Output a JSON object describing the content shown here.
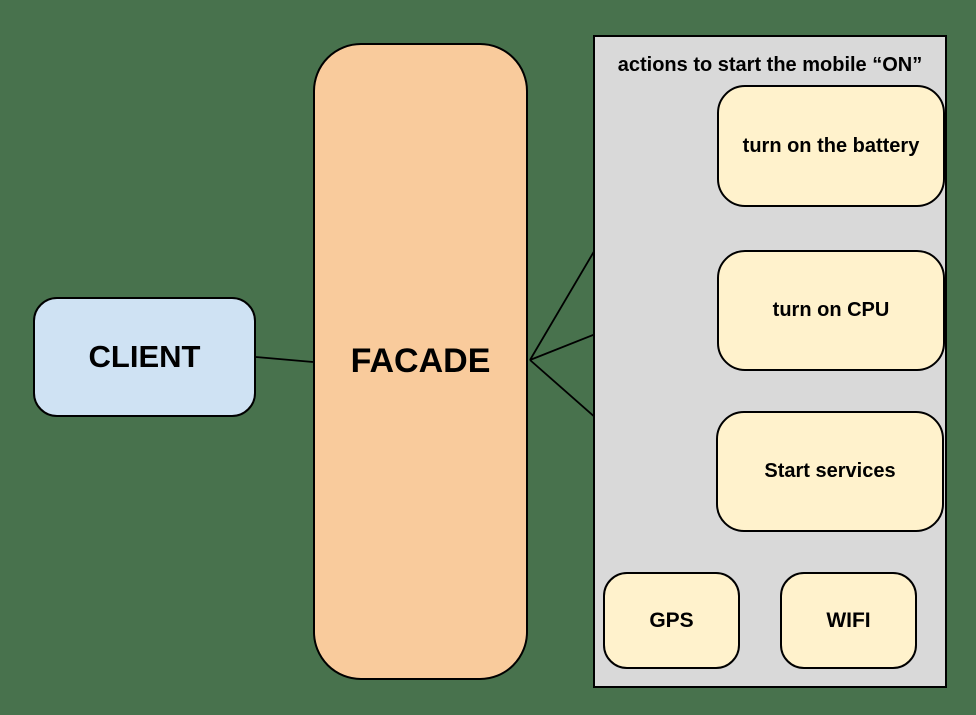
{
  "diagram": {
    "client": {
      "label": "CLIENT"
    },
    "facade": {
      "label": "FACADE"
    },
    "panel": {
      "title": "actions to start the mobile “ON”",
      "actions": [
        {
          "label": "turn on the battery"
        },
        {
          "label": "turn on CPU"
        },
        {
          "label": "Start services"
        }
      ],
      "services": [
        {
          "label": "GPS"
        },
        {
          "label": "WIFI"
        }
      ]
    },
    "colors": {
      "background": "#48724D",
      "client_fill": "#CFE2F3",
      "facade_fill": "#F9CB9C",
      "panel_fill": "#D9D9D9",
      "action_fill": "#FFF2CC",
      "border": "#000000",
      "text": "#000000"
    }
  }
}
